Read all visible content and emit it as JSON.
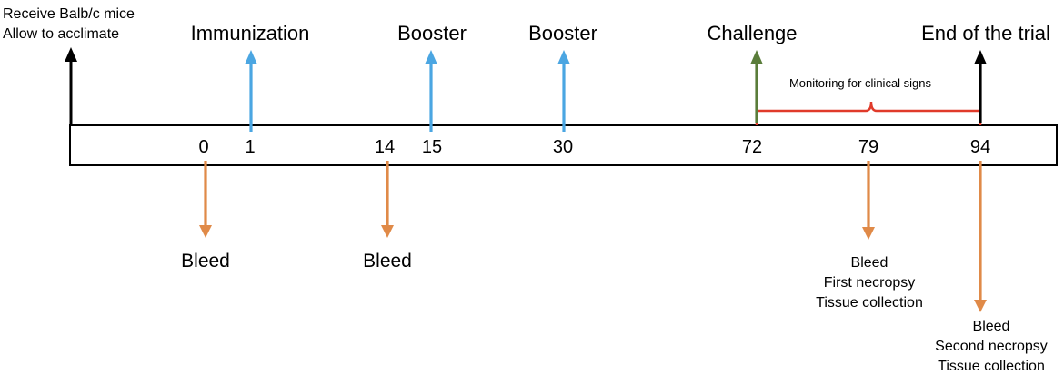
{
  "colors": {
    "baseline": "#000000",
    "immunization": "#4ba6e2",
    "challenge": "#5a7d3a",
    "bleed": "#e08a48",
    "monitoring": "#e03a2a"
  },
  "intro": {
    "line1": "Receive Balb/c mice",
    "line2": "Allow to acclimate"
  },
  "events_above": [
    {
      "label": "Immunization",
      "day": "1",
      "color": "immunization"
    },
    {
      "label": "Booster",
      "day": "15",
      "color": "immunization"
    },
    {
      "label": "Booster",
      "day": "30",
      "color": "immunization"
    },
    {
      "label": "Challenge",
      "day": "72",
      "color": "challenge"
    },
    {
      "label": "End of the trial",
      "day": "94",
      "color": "baseline"
    }
  ],
  "timeline_days": [
    "0",
    "1",
    "14",
    "15",
    "30",
    "72",
    "79",
    "94"
  ],
  "monitoring": {
    "label": "Monitoring for clinical signs",
    "from_day": "72",
    "to_day": "94"
  },
  "events_below": [
    {
      "day": "0",
      "lines": [
        "Bleed"
      ]
    },
    {
      "day": "14",
      "lines": [
        "Bleed"
      ]
    },
    {
      "day": "79",
      "lines": [
        "Bleed",
        "First necropsy",
        "Tissue collection"
      ]
    },
    {
      "day": "94",
      "lines": [
        "Bleed",
        "Second necropsy",
        "Tissue collection"
      ]
    }
  ]
}
